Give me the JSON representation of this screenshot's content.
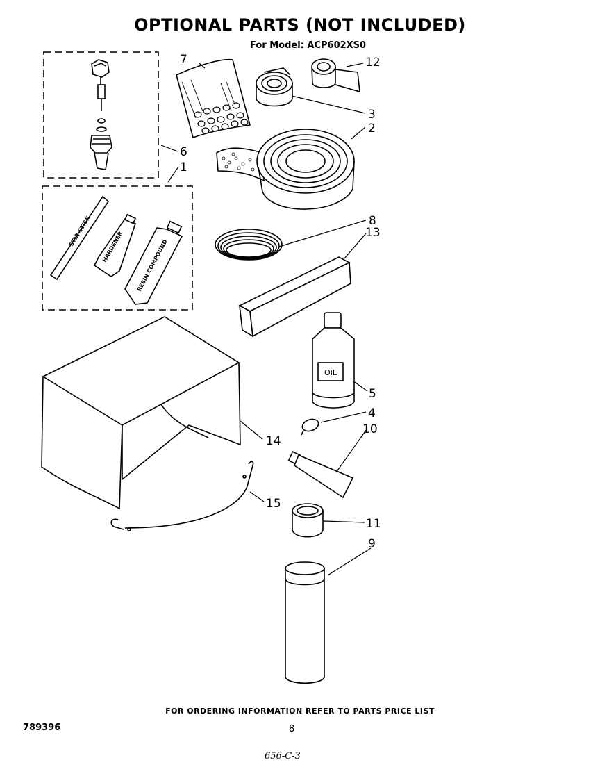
{
  "title": "OPTIONAL PARTS   (NOT INCLUDED)",
  "subtitle": "For Model: ACP602XS0",
  "footer": "FOR ORDERING INFORMATION REFER TO PARTS PRICE LIST",
  "doc_number": "789396",
  "page_number": "8",
  "handwritten_note": "656-C-3",
  "part_labels": {
    "stir_stick": "STIR STICK",
    "hardener": "HARDENER",
    "resin_compound": "RESIN COMPOUND",
    "oil": "OIL"
  },
  "callouts": [
    "1",
    "2",
    "3",
    "4",
    "5",
    "6",
    "7",
    "8",
    "9",
    "10",
    "11",
    "12",
    "13",
    "14",
    "15"
  ]
}
